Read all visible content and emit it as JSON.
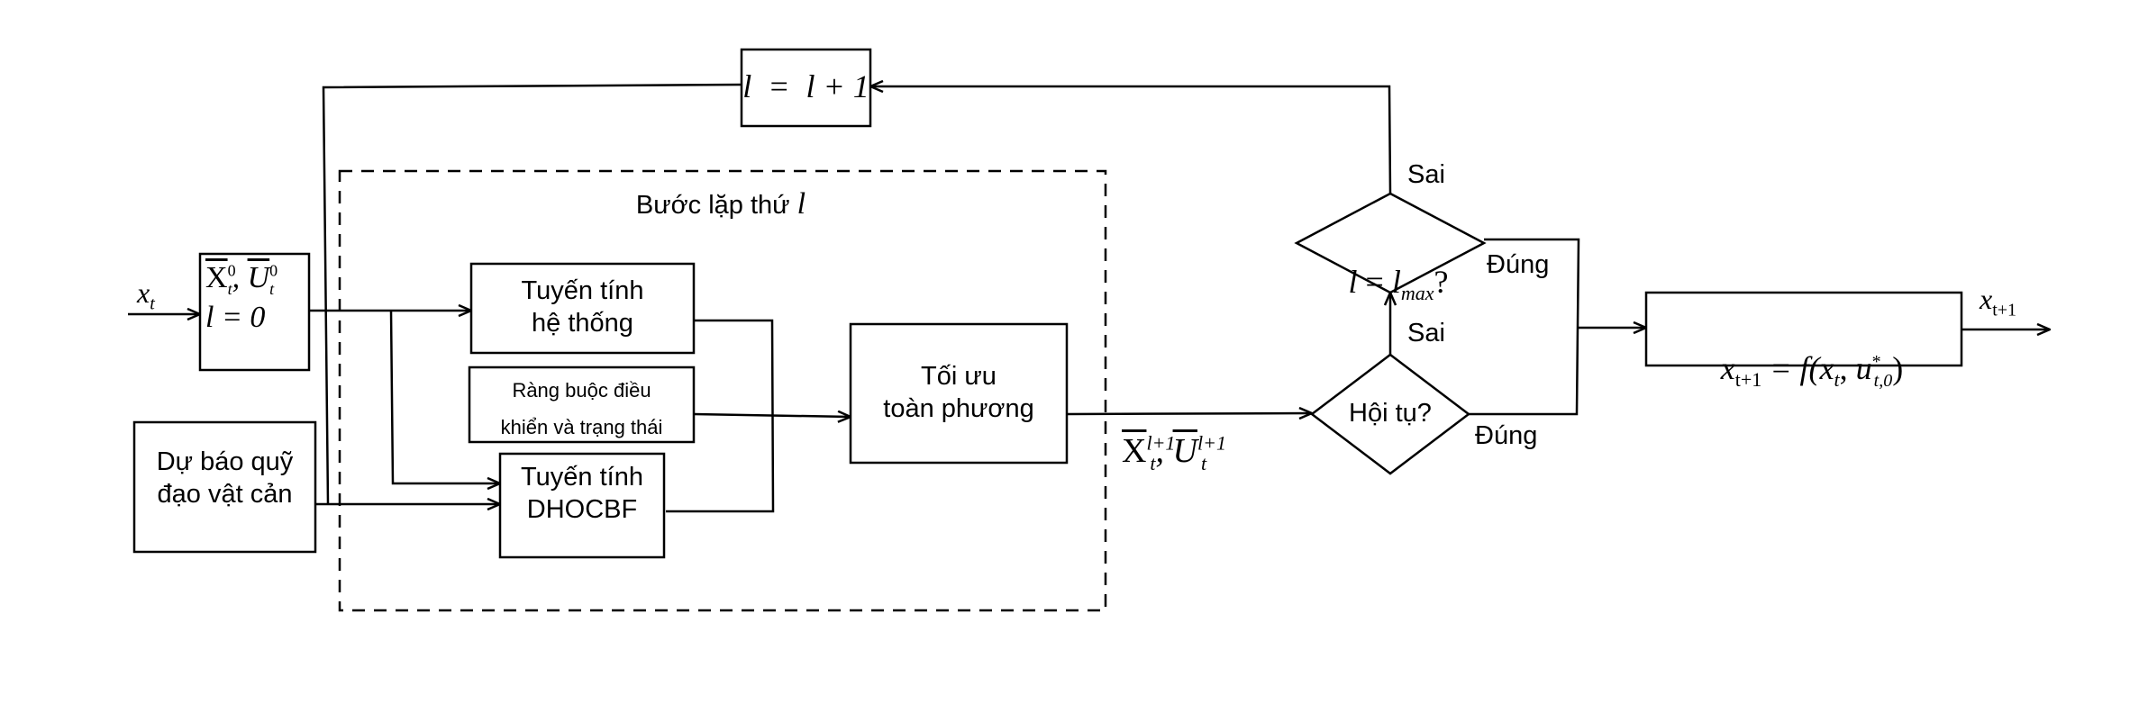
{
  "diagram": {
    "inputs": {
      "x_t": "x",
      "x_t_sub": "t",
      "x_out": "x",
      "x_out_sub": "t+1"
    },
    "init_block": {
      "line1_X": "X",
      "line1_U": "U",
      "sup": "0",
      "sub": "t",
      "line2": "l = 0"
    },
    "obstacle_block": {
      "line1": "Dự báo quỹ",
      "line2": "đạo vật cản"
    },
    "iteration_frame": {
      "title": "Bước lặp thứ",
      "var": "l"
    },
    "linearize_system": {
      "line1": "Tuyến tính",
      "line2": "hệ thống"
    },
    "constraints": {
      "line1": "Ràng buộc điều",
      "line2": "khiển và trạng thái"
    },
    "linearize_dhocbf": {
      "line1": "Tuyến tính",
      "line2": "DHOCBF"
    },
    "qp": {
      "line1": "Tối ưu",
      "line2": "toàn phương"
    },
    "qp_output": {
      "X": "X",
      "U": "U",
      "sup": "l+1",
      "sub": "t"
    },
    "converged_decision": {
      "label": "Hội tụ?",
      "yes": "Đúng",
      "no": "Sai"
    },
    "max_iter_decision": {
      "l": "l",
      "eq": " = ",
      "lmax": "l",
      "lmax_sub": "max",
      "q": "?",
      "yes": "Đúng",
      "no": "Sai"
    },
    "increment_block": {
      "text": "l  =  l + 1"
    },
    "plant_block": {
      "lhs": "x",
      "lhs_sub": "t+1",
      "eq": " = f(",
      "x": "x",
      "x_sub": "t",
      "comma": ", ",
      "u": "u",
      "u_sup": "*",
      "u_sub": "t,0",
      "close": ")"
    }
  }
}
